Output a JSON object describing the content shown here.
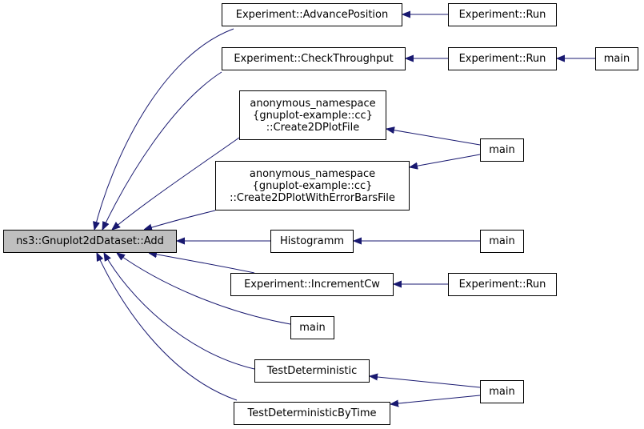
{
  "colors": {
    "edge": "#191970",
    "root_fill": "#bfbfbf",
    "node_fill": "#ffffff",
    "border": "#000000"
  },
  "nodes": {
    "root": "ns3::Gnuplot2dDataset::Add",
    "advance_position": "Experiment::AdvancePosition",
    "check_throughput": "Experiment::CheckThroughput",
    "create2d_plot_file": [
      "anonymous_namespace",
      "{gnuplot-example::cc}",
      "::Create2DPlotFile"
    ],
    "create2d_plot_error_bars": [
      "anonymous_namespace",
      "{gnuplot-example::cc}",
      "::Create2DPlotWithErrorBarsFile"
    ],
    "histogramm": "Histogramm",
    "increment_cw": "Experiment::IncrementCw",
    "main_direct": "main",
    "test_deterministic": "TestDeterministic",
    "test_deterministic_by_time": "TestDeterministicByTime",
    "run_1": "Experiment::Run",
    "run_2": "Experiment::Run",
    "run_3": "Experiment::Run",
    "main_run": "main",
    "main_create": "main",
    "main_histogramm": "main",
    "main_test": "main"
  }
}
